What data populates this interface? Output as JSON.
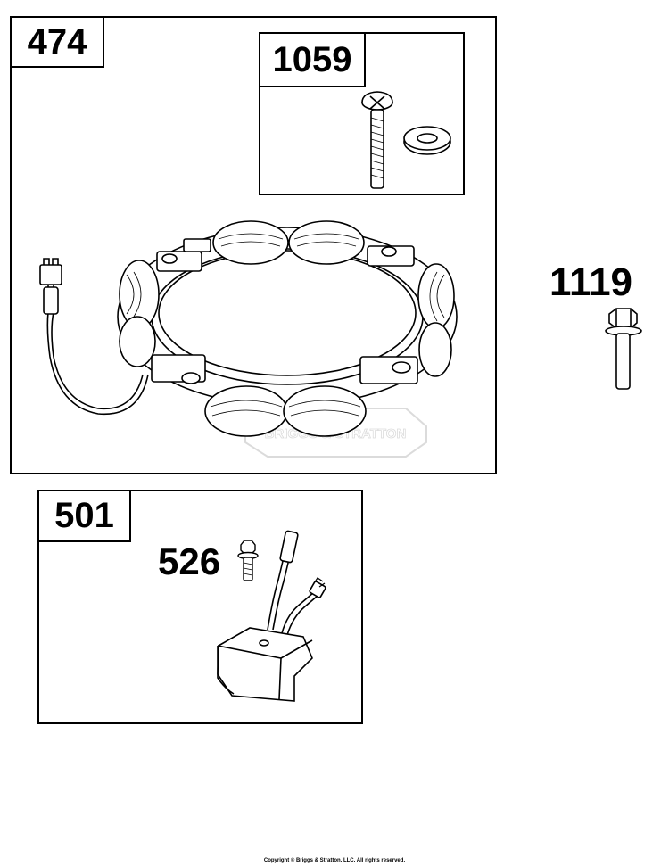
{
  "callouts": {
    "stator_assembly": "474",
    "screw_kit": "1059",
    "bolt": "1119",
    "rectifier_assembly": "501",
    "rectifier_screw": "526"
  },
  "watermark": "BRIGGS & STRATTON",
  "copyright": "Copyright © Briggs & Stratton, LLC. All rights reserved."
}
